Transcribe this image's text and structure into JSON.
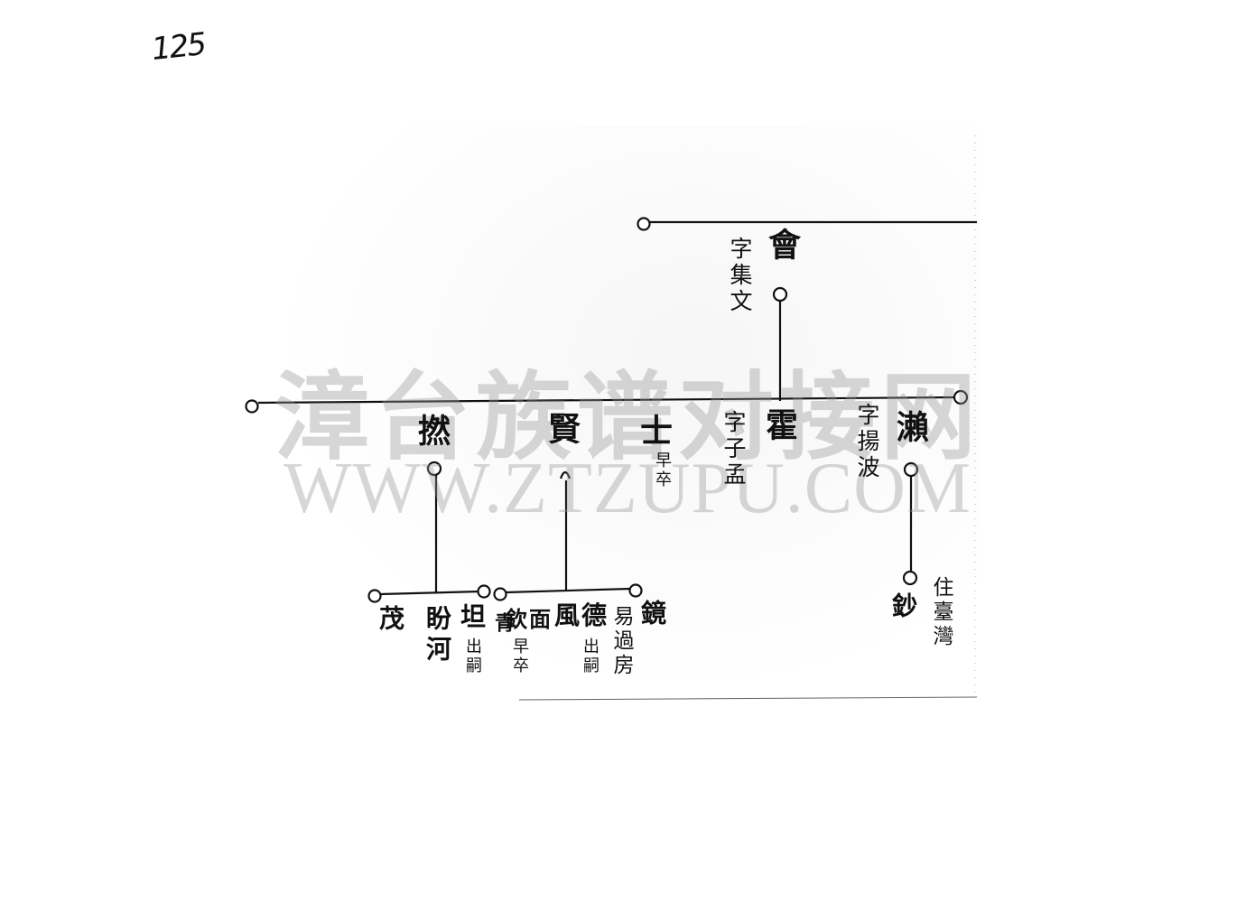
{
  "page_number": "125",
  "watermark": {
    "chinese": "漳台族谱对接网",
    "url": "WWW.ZTZUPU.COM"
  },
  "generations": {
    "top": {
      "name": "會",
      "courtesy": "字集文"
    },
    "middle": [
      {
        "name": "瀨",
        "courtesy": "字揚波"
      },
      {
        "name": "霍",
        "courtesy": "字子孟"
      },
      {
        "name": "士",
        "note": "早卒"
      },
      {
        "name": "賢"
      },
      {
        "name": "撚"
      }
    ],
    "bottom": {
      "under_lai": [
        {
          "name": "鈔",
          "note": "住臺灣"
        }
      ],
      "under_xian": [
        {
          "name": "鏡",
          "note": "易過房"
        },
        {
          "name": "風德",
          "note": "出嗣"
        },
        {
          "name": "欽面",
          "note": "早卒"
        },
        {
          "name": "青"
        }
      ],
      "under_nian": [
        {
          "name": "坦",
          "note": "出嗣"
        },
        {
          "name": "河",
          "label": "盼"
        },
        {
          "name": "茂"
        }
      ]
    }
  }
}
